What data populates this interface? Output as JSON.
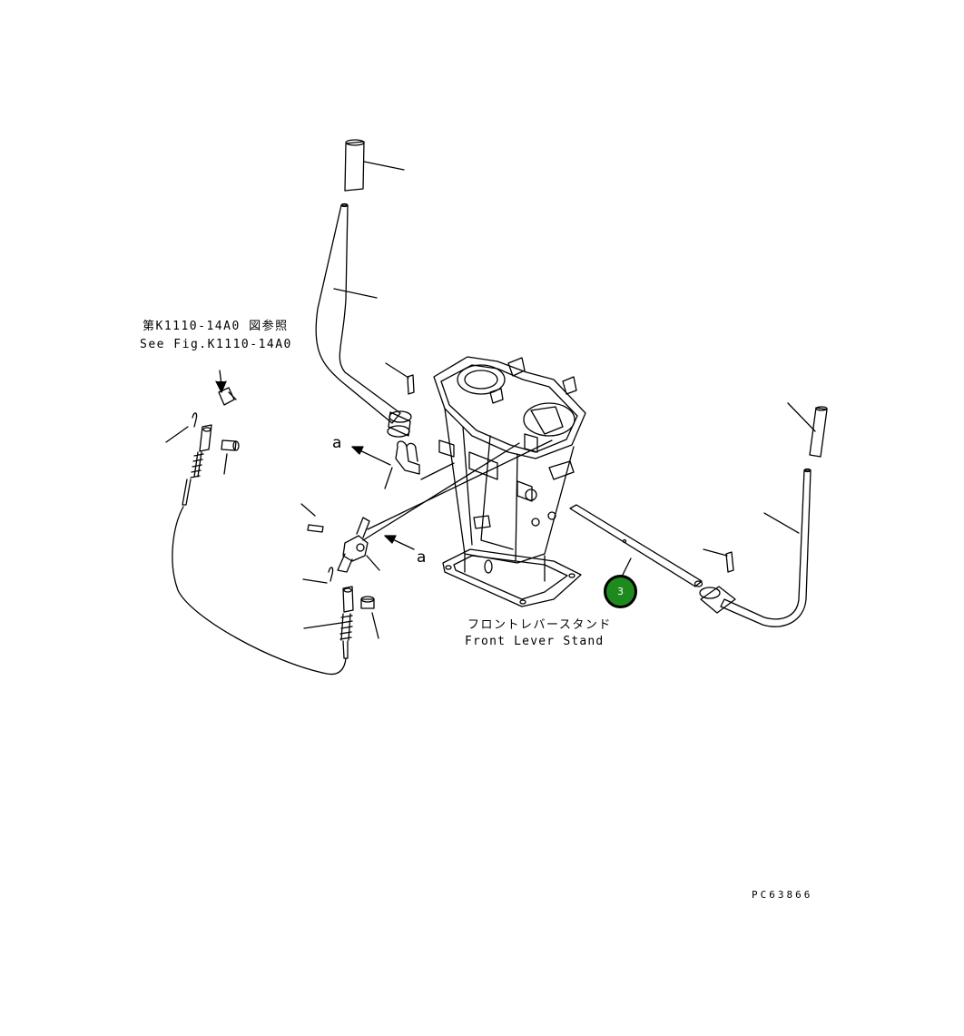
{
  "reference": {
    "japanese": "第K1110-14A0 図参照",
    "english": "See Fig.K1110-14A0"
  },
  "assembly_label": {
    "japanese": "フロントレバースタンド",
    "english": "Front Lever Stand"
  },
  "section_markers": [
    "a",
    "a"
  ],
  "callouts": [
    {
      "number": "3",
      "color": "#1e8a1e"
    }
  ],
  "drawing_number": "PC63866"
}
